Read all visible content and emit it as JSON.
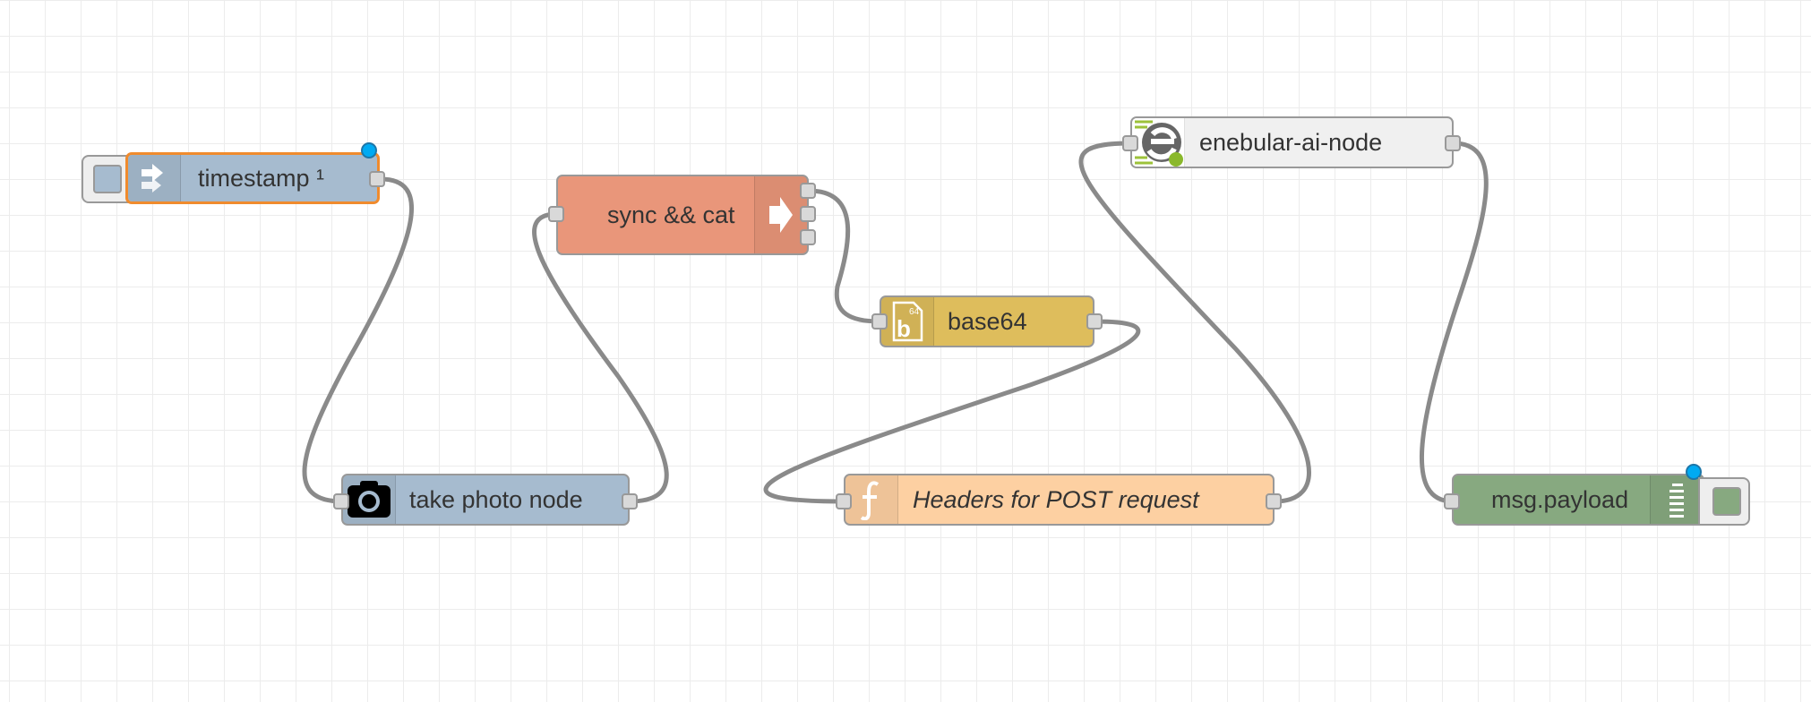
{
  "nodes": {
    "timestamp": {
      "label": "timestamp ¹",
      "icon": "arrow-in-icon",
      "color": "#a6bbcf",
      "selected": true
    },
    "take_photo": {
      "label": "take photo node",
      "icon": "camera-icon",
      "color": "#a6bbcf"
    },
    "sync_cat": {
      "label": "sync && cat",
      "icon": "arrow-right-icon",
      "color": "#e9967a"
    },
    "base64": {
      "label": "base64",
      "icon": "base64-icon",
      "color": "#debd5c"
    },
    "headers": {
      "label": "Headers for POST request",
      "icon": "function-icon",
      "color": "#fdd0a2"
    },
    "enebular": {
      "label": "enebular-ai-node",
      "icon": "enebular-logo-icon",
      "color": "#f0f0f0"
    },
    "msg_payload": {
      "label": "msg.payload",
      "icon": "debug-list-icon",
      "color": "#87a980"
    }
  },
  "colors": {
    "wire": "#8a8a8a",
    "selection": "#f08b2d",
    "changed_indicator": "#00aaf2",
    "grid": "#ececec"
  }
}
